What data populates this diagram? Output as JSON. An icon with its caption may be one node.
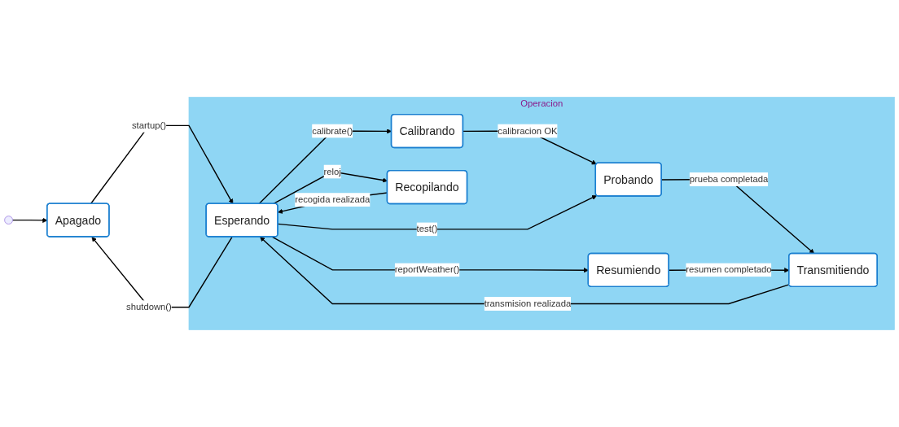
{
  "diagram": {
    "nodes": [
      {
        "text": [],
        "shape": "circle"
      },
      {
        "text": [
          "Apagado"
        ]
      },
      {
        "text": [
          "Operacion"
        ]
      },
      {
        "text": [
          "Esperando"
        ],
        "in": 2
      },
      {
        "text": [
          "Calibrando"
        ],
        "in": 2
      },
      {
        "text": [
          "Probando"
        ],
        "in": 2
      },
      {
        "text": [
          "Transmitiendo"
        ],
        "in": 2
      },
      {
        "text": [
          "Recopilando"
        ],
        "in": 2
      },
      {
        "text": [
          "Resumiendo"
        ],
        "in": 2
      }
    ],
    "edges": [
      {
        "from": 0,
        "to": 1,
        "arrow": "to"
      },
      {
        "from": 1,
        "to": 3,
        "arrow": "to",
        "label": "startup()"
      },
      {
        "from": 3,
        "to": 1,
        "arrow": "to",
        "label": "shutdown()"
      },
      {
        "from": 3,
        "to": 4,
        "arrow": "to",
        "label": "calibrate()"
      },
      {
        "from": 4,
        "to": 5,
        "arrow": "to",
        "label": "calibracion OK"
      },
      {
        "from": 3,
        "to": 5,
        "arrow": "to",
        "label": "test()"
      },
      {
        "from": 5,
        "to": 6,
        "arrow": "to",
        "label": "prueba completada"
      },
      {
        "from": 6,
        "to": 3,
        "arrow": "to",
        "label": "transmision realizada"
      },
      {
        "from": 3,
        "to": 8,
        "arrow": "to",
        "label": "reportWeather()"
      },
      {
        "from": 8,
        "to": 6,
        "arrow": "to",
        "label": "resumen completado"
      },
      {
        "from": 3,
        "to": 7,
        "arrow": "to",
        "label": "reloj"
      },
      {
        "from": 7,
        "to": 3,
        "arrow": "to",
        "label": "recogida realizada"
      }
    ]
  }
}
